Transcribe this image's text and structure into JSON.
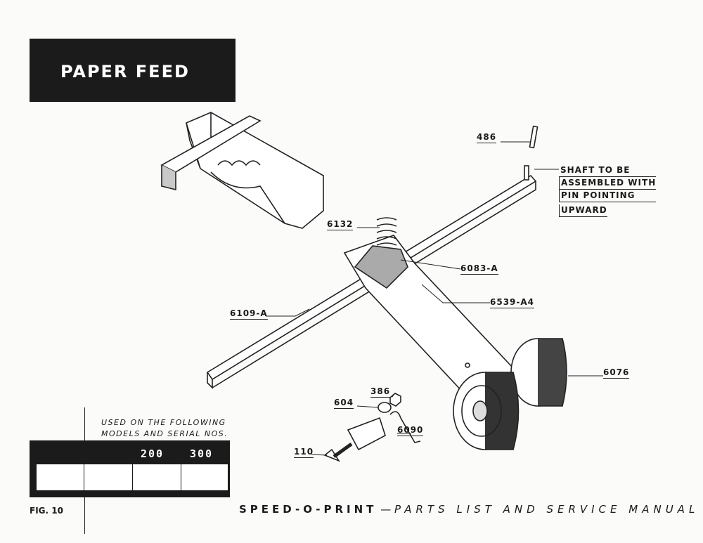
{
  "title": "PAPER FEED",
  "callouts": {
    "pin": "486",
    "spring": "6132",
    "part_6083": "6083-A",
    "arm": "6539-A4",
    "shaft": "6109-A",
    "roller": "6076",
    "nut": "386",
    "washer": "604",
    "clip": "6090",
    "screw": "110"
  },
  "note": [
    "SHAFT TO BE",
    "ASSEMBLED WITH",
    "PIN POINTING",
    "UPWARD"
  ],
  "models": {
    "caption": [
      "USED ON THE FOLLOWING",
      "MODELS AND SERIAL NOS."
    ],
    "columns": [
      "",
      "",
      "200",
      "300"
    ]
  },
  "figure": "FIG. 10",
  "footer": {
    "brand": "SPEED-O-PRINT",
    "dash": "—",
    "subtitle": "PARTS LIST AND SERVICE MANUAL"
  }
}
